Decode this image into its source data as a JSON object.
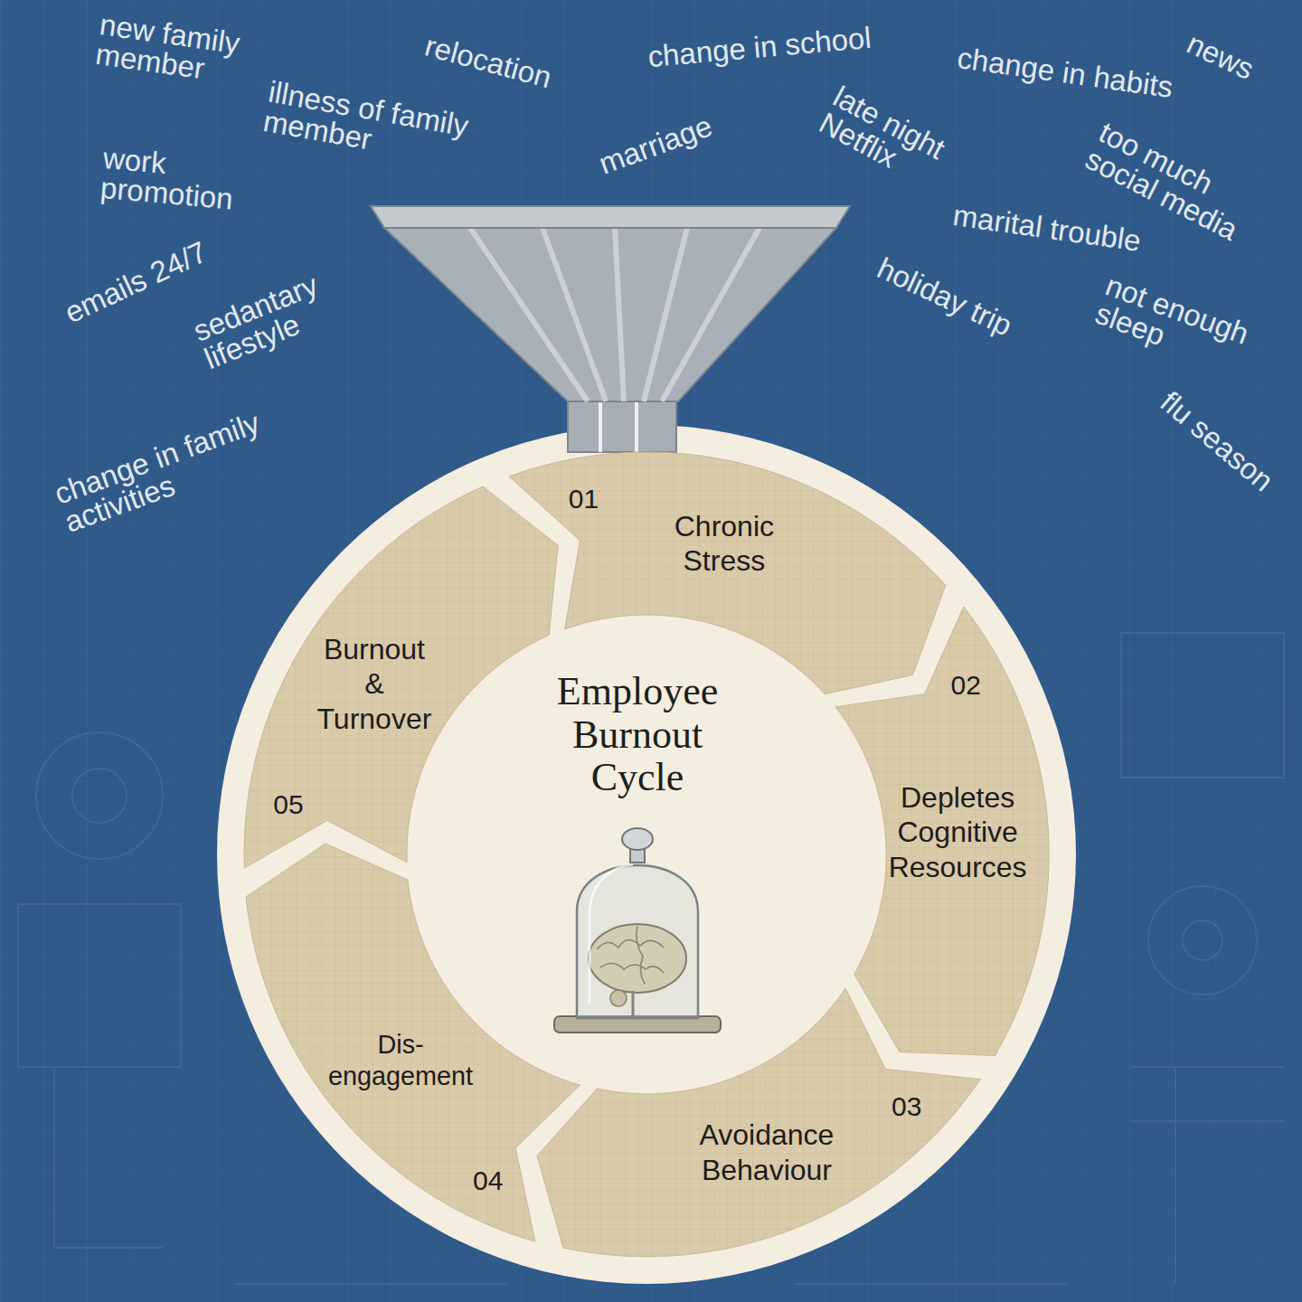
{
  "diagram": {
    "title": "Employee Burnout Cycle",
    "nodes": [
      {
        "text": [
          "01",
          "Chronic Stress"
        ]
      },
      {
        "text": [
          "02",
          "Depletes Cognitive Resources"
        ]
      },
      {
        "text": [
          "03",
          "Avoidance Behaviour"
        ]
      },
      {
        "text": [
          "04",
          "Dis- engagement"
        ]
      },
      {
        "text": [
          "05",
          "Burnout & Turnover"
        ]
      }
    ],
    "labels": [
      "new family member",
      "relocation",
      "change in school",
      "change in habits",
      "news",
      "illness of family member",
      "marriage",
      "late night Netflix",
      "too much social media",
      "work promotion",
      "marital trouble",
      "emails 24/7",
      "sedantary lifestyle",
      "holiday trip",
      "not enough sleep",
      "flu season",
      "change in family activities"
    ]
  }
}
